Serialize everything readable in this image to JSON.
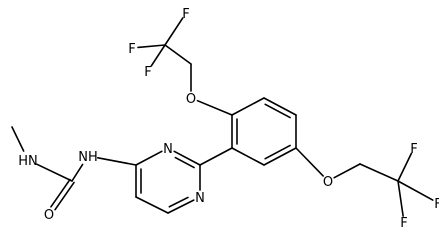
{
  "labels": {
    "F1": "F",
    "F2": "F",
    "F3": "F",
    "O1": "O",
    "N_pyr3": "N",
    "N_pyr1": "N",
    "NH_left": "NH",
    "HN_right": "HN",
    "O_carbonyl": "O",
    "O2": "O",
    "F4": "F",
    "F5": "F",
    "F6": "F"
  }
}
